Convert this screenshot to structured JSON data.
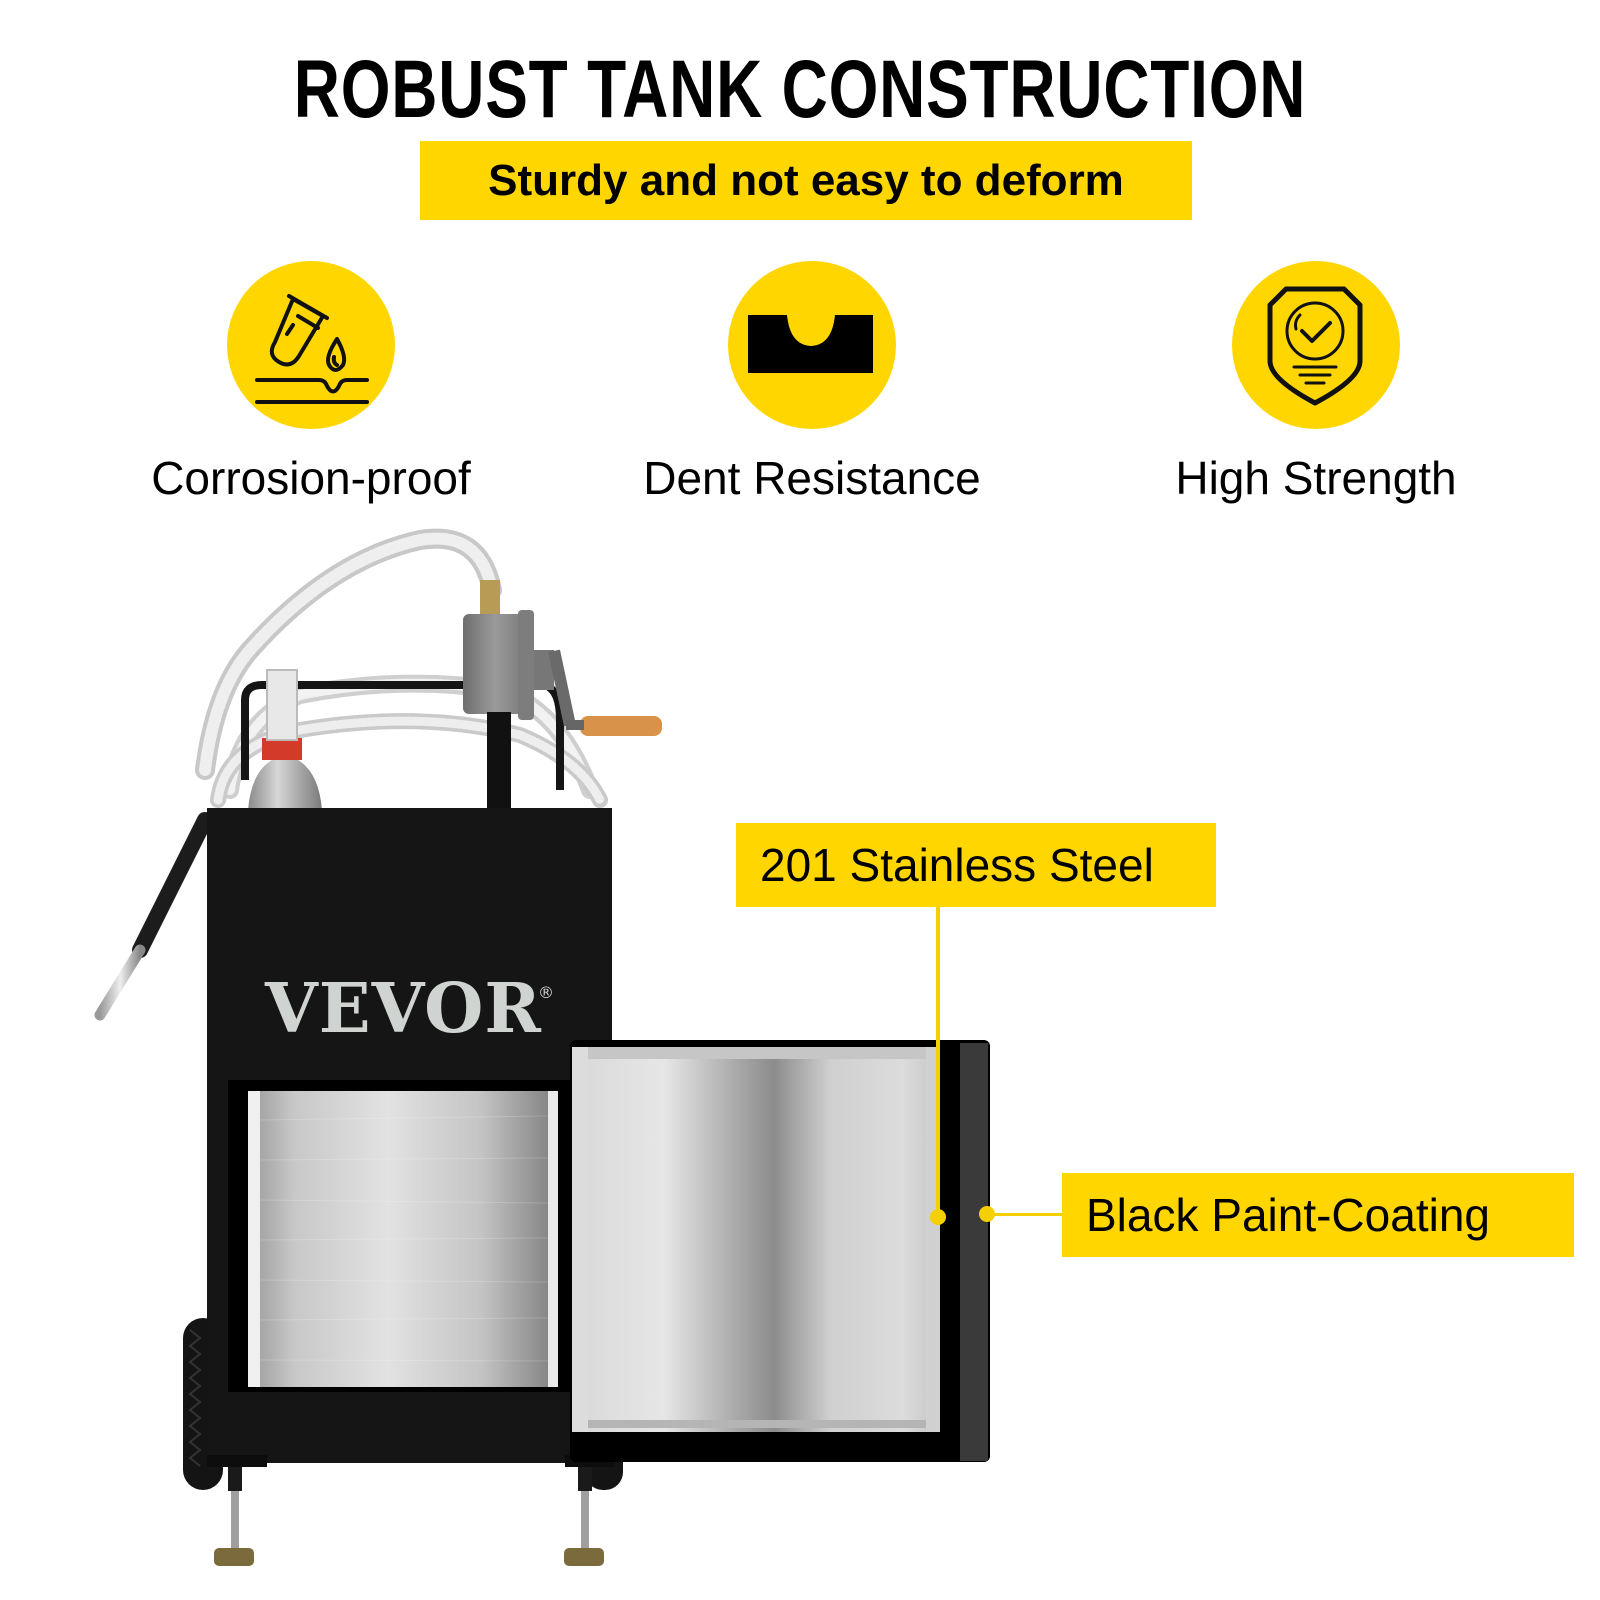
{
  "header": {
    "title": "ROBUST TANK CONSTRUCTION",
    "subtitle": "Sturdy and not easy to deform"
  },
  "features": [
    {
      "icon": "test-tube-drop-icon",
      "label": "Corrosion-proof"
    },
    {
      "icon": "dent-block-icon",
      "label": "Dent Resistance"
    },
    {
      "icon": "shield-check-icon",
      "label": "High Strength"
    }
  ],
  "product": {
    "brand": "VEVOR",
    "registered_mark": "®",
    "description": "Portable fuel caddy tank on wheels with rotary hand pump, hoses and nozzle"
  },
  "callouts": [
    {
      "label": "201 Stainless Steel"
    },
    {
      "label": "Black Paint-Coating"
    }
  ],
  "colors": {
    "accent_yellow": "#FFD600",
    "tank_black": "#151515",
    "steel_light": "#e4e4e4",
    "steel_dark": "#8a8a8a"
  }
}
